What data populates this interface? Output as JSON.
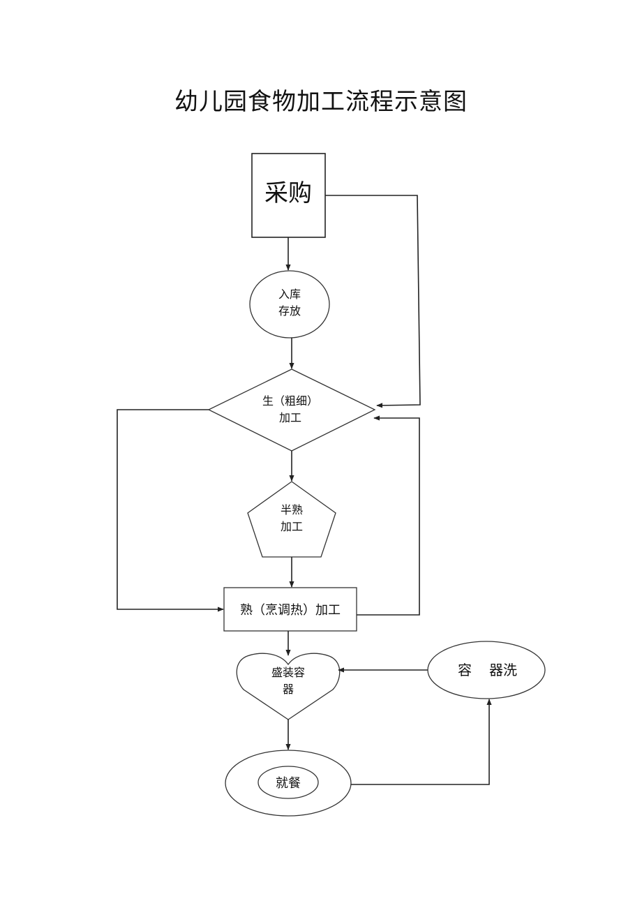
{
  "title": "幼儿园食物加工流程示意图",
  "nodes": {
    "purchase": {
      "label": "采购"
    },
    "storage": {
      "line1": "入库",
      "line2": "存放"
    },
    "raw_processing": {
      "line1": "生（粗细）",
      "line2": "加工"
    },
    "half_cooked": {
      "line1": "半熟",
      "line2": "加工"
    },
    "cooking": {
      "label": "熟（烹调热）加工"
    },
    "container": {
      "line1": "盛装容",
      "line2": "器"
    },
    "washing": {
      "part1": "容",
      "part2": "器洗"
    },
    "dining": {
      "label": "就餐"
    }
  }
}
